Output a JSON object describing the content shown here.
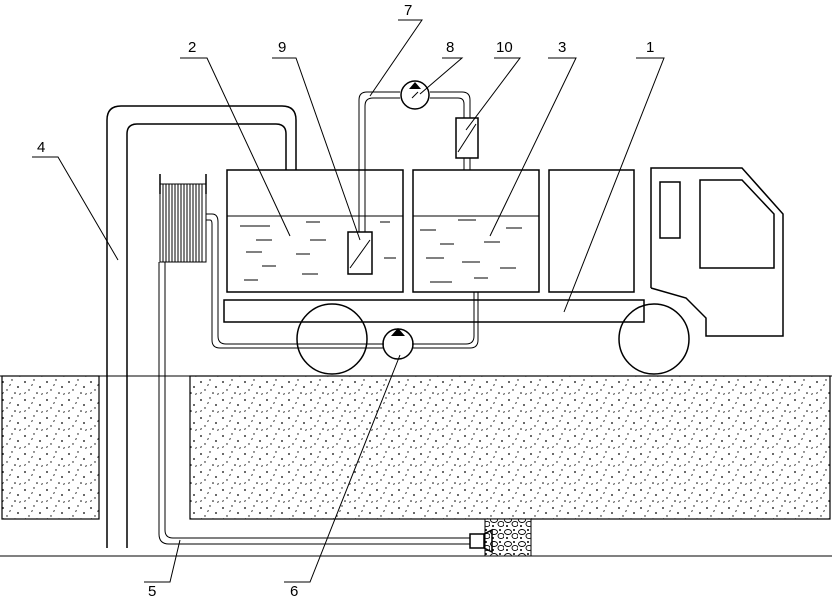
{
  "labels": {
    "truck": "1",
    "tank_left": "2",
    "tank_right": "3",
    "vertical_pipe": "4",
    "hose": "5",
    "bottom_pump": "6",
    "top_pipe": "7",
    "top_pump": "8",
    "filter_in_tank": "9",
    "filter_top": "10"
  }
}
